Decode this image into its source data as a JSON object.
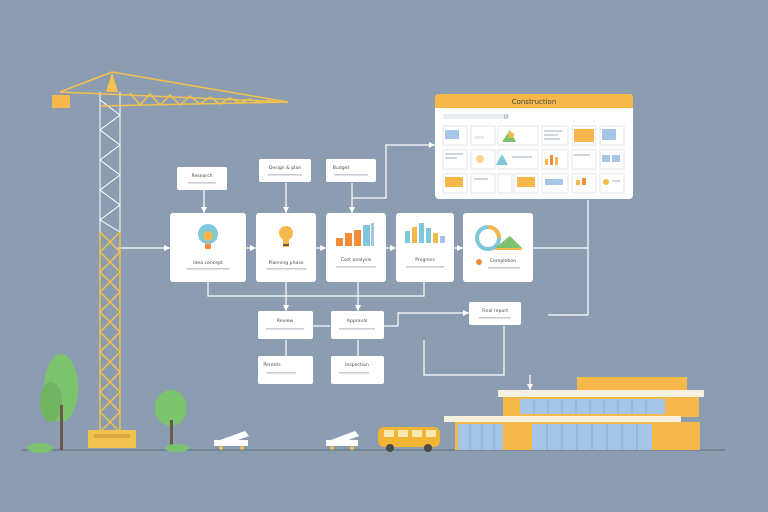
{
  "dashboard": {
    "title": "Construction"
  },
  "flow": {
    "label_nodes": [
      {
        "id": "n1",
        "text": "Research"
      },
      {
        "id": "n2",
        "text": "Design & plan"
      },
      {
        "id": "n3",
        "text": "Budget"
      },
      {
        "id": "n4",
        "text": "Review"
      },
      {
        "id": "n5",
        "text": "Approval"
      },
      {
        "id": "n6",
        "text": "Permits"
      },
      {
        "id": "n7",
        "text": "Inspection"
      },
      {
        "id": "n8",
        "text": "Final report"
      }
    ],
    "cards": [
      {
        "id": "c1",
        "icon": "lightbulb-icon",
        "text": "Idea concept"
      },
      {
        "id": "c2",
        "icon": "lightbulb-icon",
        "text": "Planning phase"
      },
      {
        "id": "c3",
        "icon": "bar-chart-icon",
        "text": "Cost analysis"
      },
      {
        "id": "c4",
        "icon": "bar-chart-icon",
        "text": "Progress"
      },
      {
        "id": "c5",
        "icon": "donut-chart-icon",
        "text": "Completion"
      }
    ]
  },
  "colors": {
    "background": "#8d9db1",
    "accent": "#f7b84b",
    "crane": "#f2c14e",
    "tree": "#7cc36e",
    "card": "#ffffff"
  }
}
